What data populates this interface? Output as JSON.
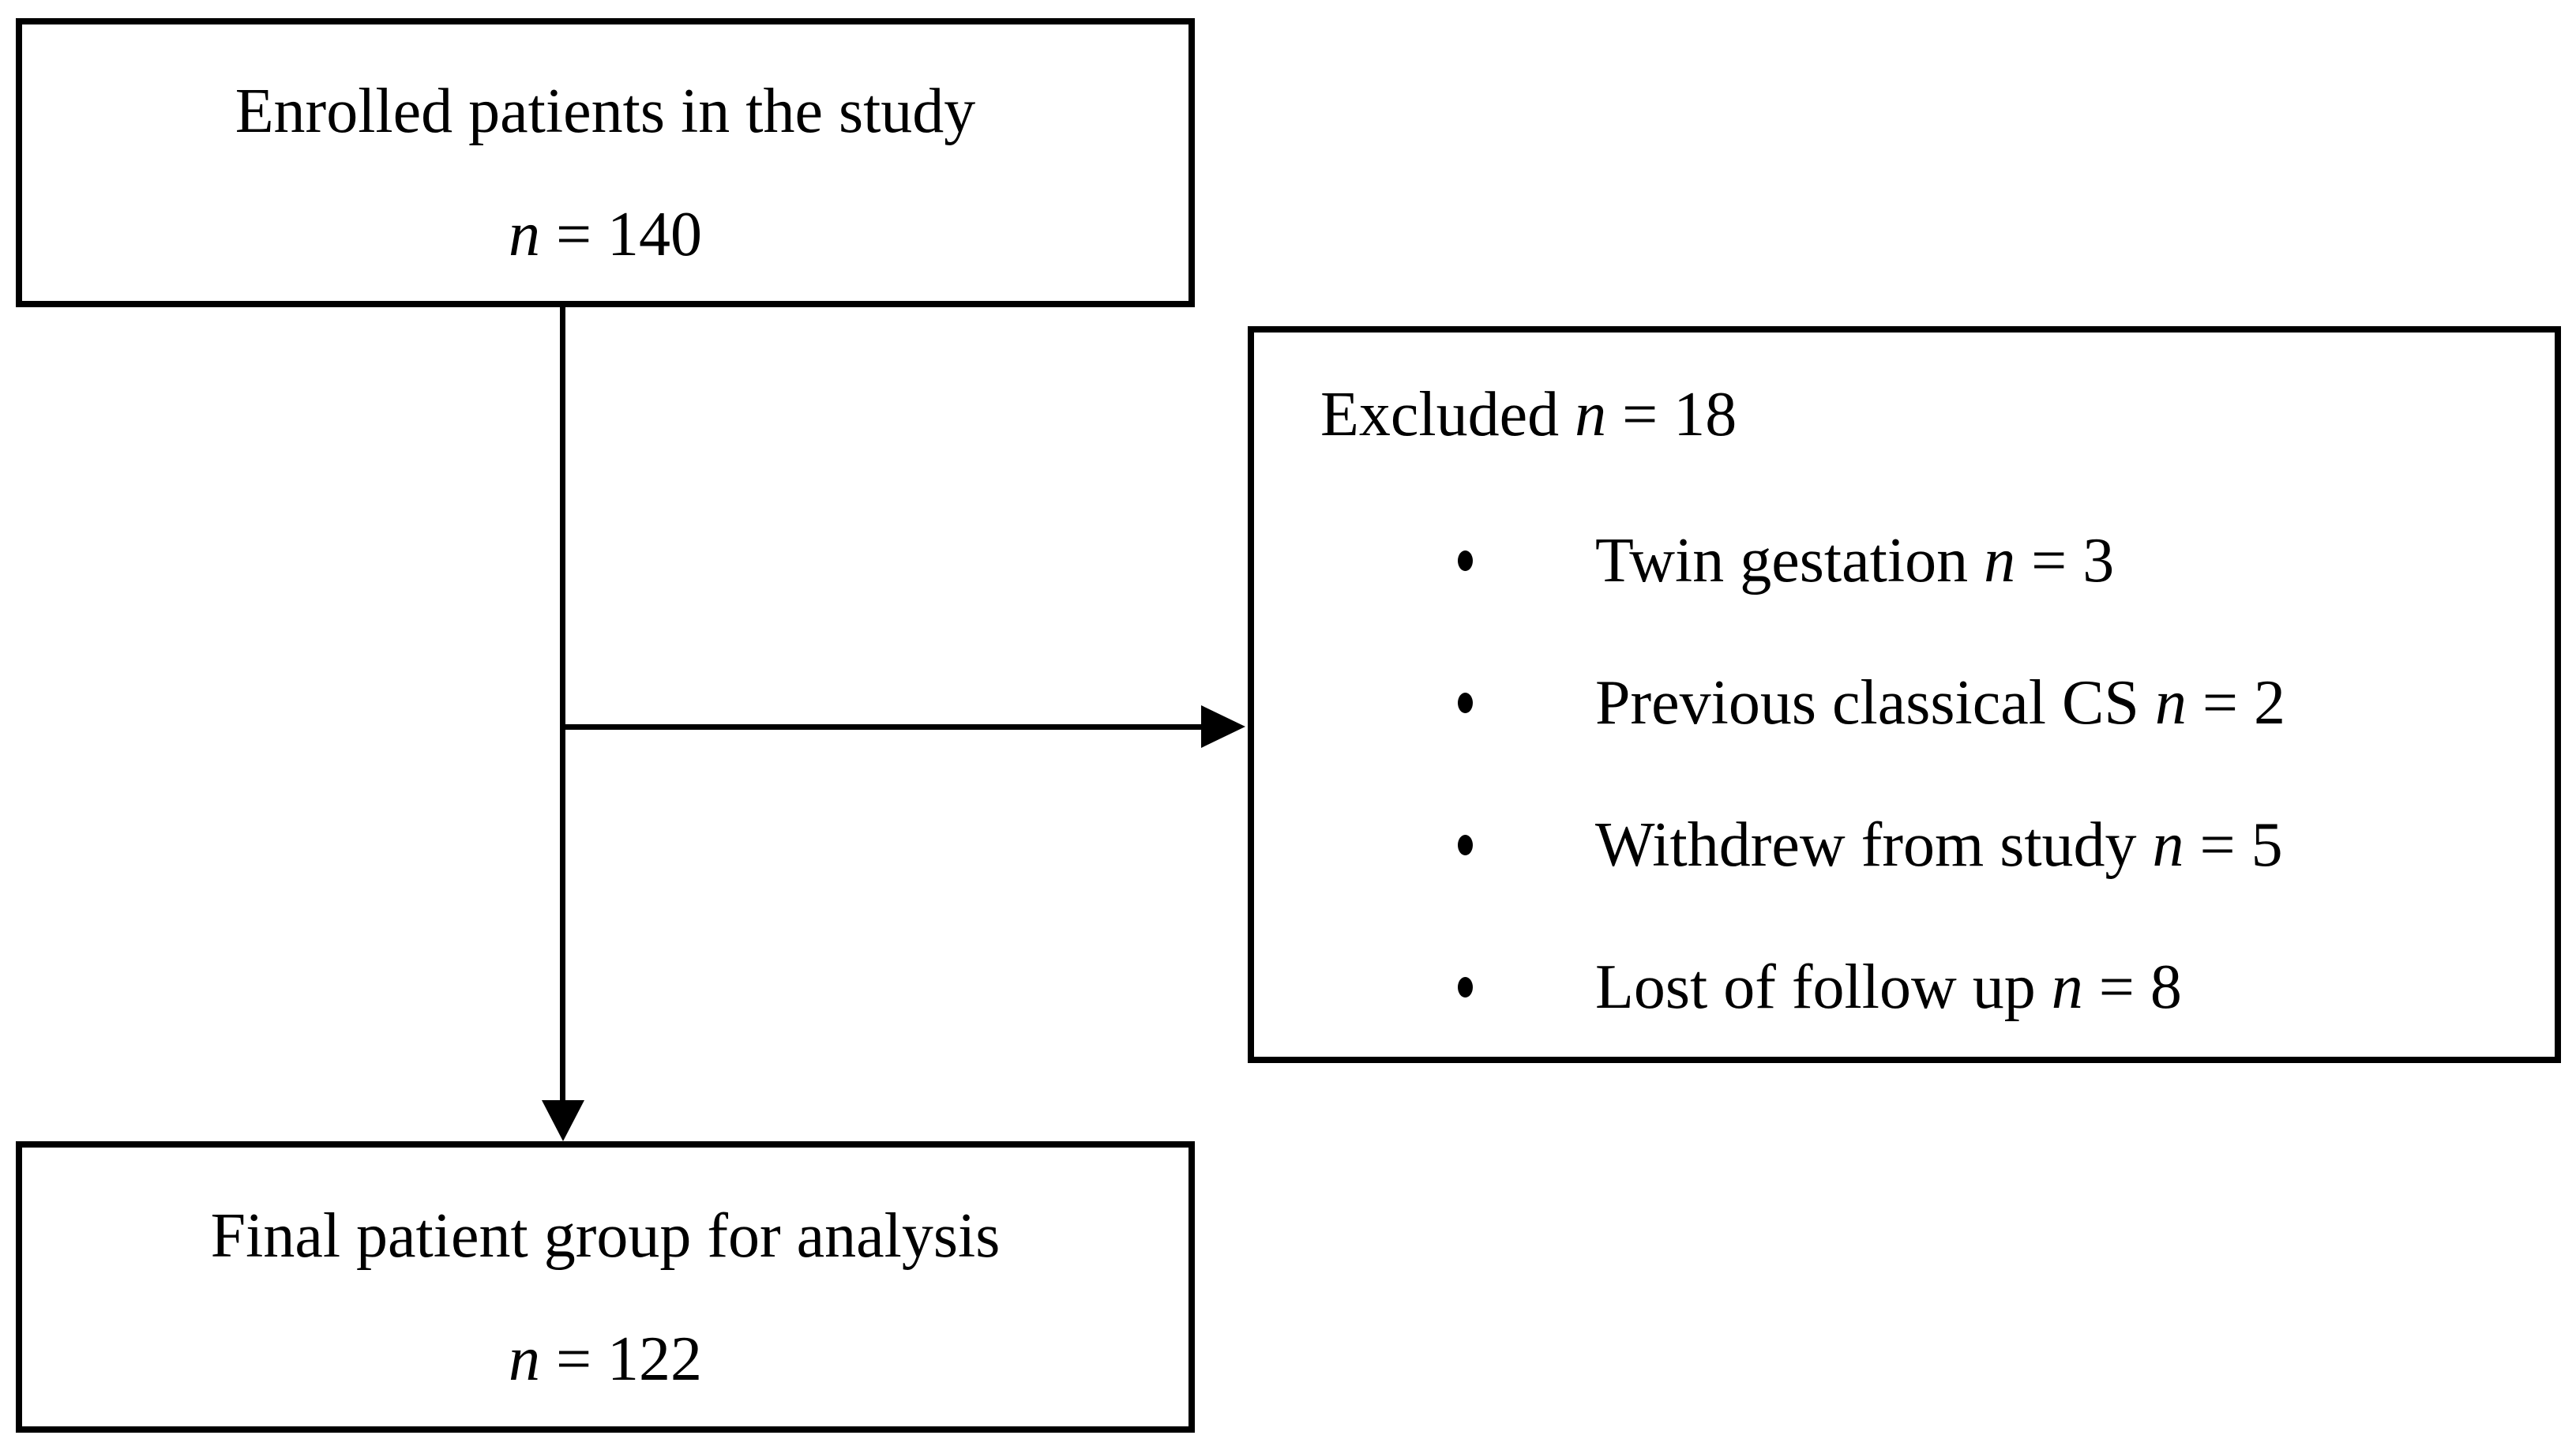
{
  "figure": {
    "background_color": "#ffffff",
    "line_color": "#000000"
  },
  "enrolled_box": {
    "title": "Enrolled patients in the study",
    "n_symbol": "n",
    "n_rest": " = 140"
  },
  "excluded_box": {
    "heading_label": "Excluded ",
    "heading_n_symbol": "n",
    "heading_n_rest": " = 18",
    "items": [
      {
        "label": "Twin gestation ",
        "n_symbol": "n",
        "n_rest": " = 3"
      },
      {
        "label": "Previous classical CS ",
        "n_symbol": "n",
        "n_rest": " = 2"
      },
      {
        "label": "Withdrew from study ",
        "n_symbol": "n",
        "n_rest": " = 5"
      },
      {
        "label": "Lost of follow up ",
        "n_symbol": "n",
        "n_rest": " = 8"
      }
    ]
  },
  "final_box": {
    "title": "Final patient group for analysis",
    "n_symbol": "n",
    "n_rest": " = 122"
  }
}
